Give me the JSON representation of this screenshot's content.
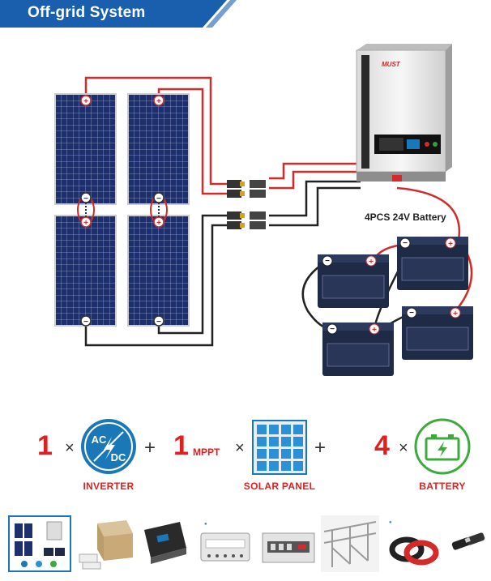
{
  "header": {
    "title": "Off-grid System"
  },
  "diagram": {
    "inverter_brand": "MUST",
    "battery_label": "4PCS  24V Battery"
  },
  "formula": {
    "inverter": {
      "count": "1",
      "times": "×",
      "caption": "INVERTER",
      "icon_top": "AC",
      "icon_bottom": "DC"
    },
    "plus1": "+",
    "panel": {
      "count": "1",
      "tag": "MPPT",
      "times": "×",
      "caption": "SOLAR PANEL"
    },
    "plus2": "+",
    "battery": {
      "count": "4",
      "times": "×",
      "caption": "BATTERY"
    }
  },
  "colors": {
    "banner": "#1a5fae",
    "accent": "#e02020",
    "inverter_icon": "#1a78b8",
    "battery_icon": "#3dab3c",
    "panel_cell": "#1e2f6e"
  },
  "thumbnails": [
    "system-diagram-thumb",
    "boxes-thumb",
    "inverter-thumb",
    "combiner-box-thumb",
    "breaker-box-thumb",
    "mounting-rack-thumb",
    "cable-thumb",
    "mc4-connector-thumb"
  ]
}
